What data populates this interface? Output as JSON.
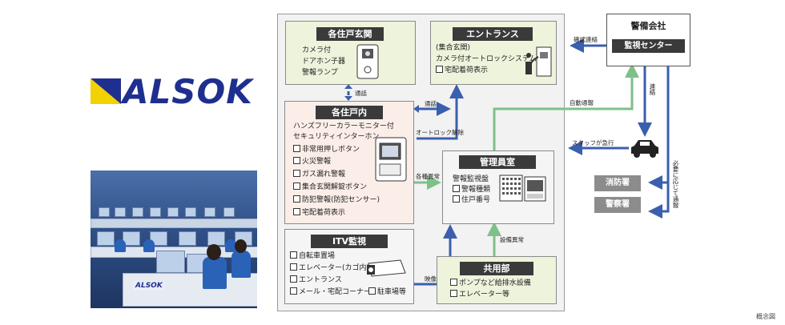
{
  "logo": {
    "text": "ALSOK"
  },
  "photo": {
    "label": "ALSOK"
  },
  "boxes": {
    "entrance_each": {
      "title": "各住戸玄関",
      "lines": [
        "カメラ付",
        "ドアホン子器",
        "警報ランプ"
      ]
    },
    "entrance_common": {
      "title": "エントランス",
      "lines": [
        "(集合玄関)",
        "カメラ付オートロックシステム",
        "宅配着荷表示"
      ]
    },
    "inside_unit": {
      "title": "各住戸内",
      "lines": [
        "ハンズフリーカラーモニター付",
        "セキュリティインターホン"
      ],
      "checks": [
        "非常用押しボタン",
        "火災警報",
        "ガス漏れ警報",
        "集合玄関解錠ボタン",
        "防犯警報(防犯センサー)",
        "宅配着荷表示"
      ]
    },
    "manager": {
      "title": "管理員室",
      "lines": [
        "警報監視盤"
      ],
      "checks": [
        "警報種類",
        "住戸番号"
      ]
    },
    "itv": {
      "title": "ITV監視",
      "checks": [
        "自転車置場",
        "エレベーター(カゴ内)",
        "エントランス",
        "メール・宅配コーナー",
        "駐車場等"
      ]
    },
    "common": {
      "title": "共用部",
      "checks": [
        "ポンプなど給排水設備",
        "エレベーター等"
      ]
    },
    "security_co": {
      "title": "警備会社",
      "center": "監視センター"
    },
    "fire": "消防署",
    "police": "警察署"
  },
  "arrow_labels": {
    "tsuwa1": "通話",
    "tsuwa2": "通話",
    "autolock": "オートロック解除",
    "kakushu": "各種異常",
    "eizo": "映像",
    "setsubi": "設備異常",
    "jido": "自動通報",
    "kakunin": "確認連絡",
    "renraku": "連絡",
    "staff": "スタッフが急行",
    "hitsuyo": "必要に応じて通報"
  },
  "footnote": "概念図",
  "colors": {
    "blue_arrow": "#3a5fae",
    "green_arrow": "#7ec08a",
    "brand": "#1f2f8f",
    "logo_yellow": "#f2d200"
  }
}
